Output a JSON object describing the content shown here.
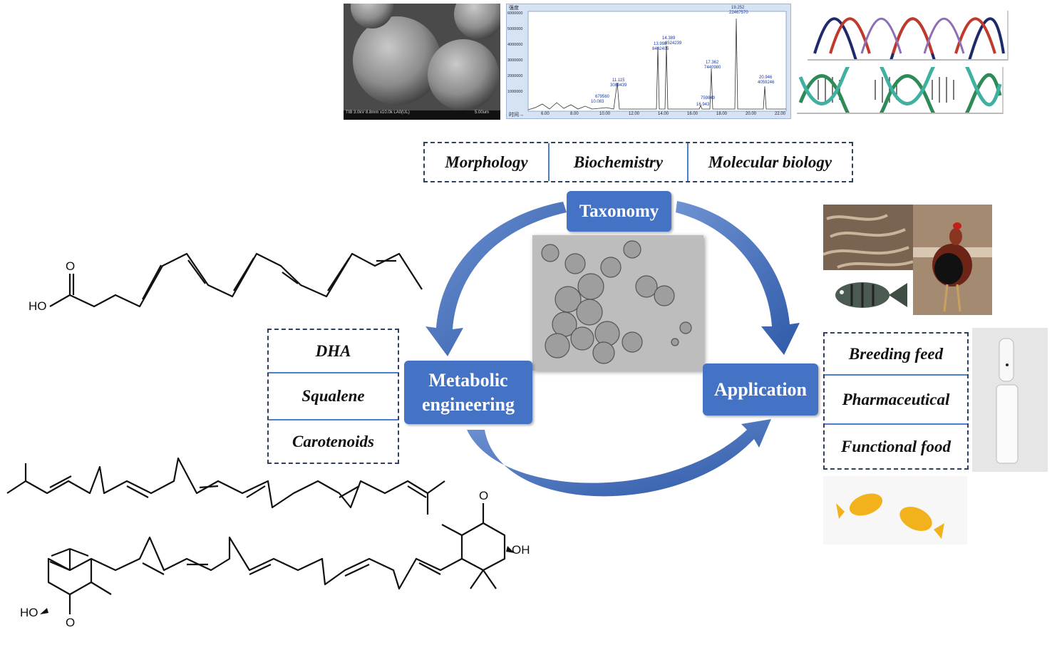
{
  "center": {
    "taxonomy": "Taxonomy",
    "metabolic": [
      "Metabolic",
      "engineering"
    ],
    "application": "Application"
  },
  "taxonomy_methods": [
    "Morphology",
    "Biochemistry",
    "Molecular biology"
  ],
  "products": [
    "DHA",
    "Squalene",
    "Carotenoids"
  ],
  "applications": [
    "Breeding feed",
    "Pharmaceutical",
    "Functional food"
  ],
  "sem_image": {
    "caption": "TIB 3.0kV 8.8mm x10.0k LA0(UL)",
    "scale": "5.00um"
  },
  "chromatogram": {
    "y_label": "强度",
    "x_label": "时间→",
    "y_ticks": [
      "6000000",
      "5000000",
      "4000000",
      "3000000",
      "2000000",
      "1000000"
    ],
    "x_ticks": [
      "6.00",
      "8.00",
      "10.00",
      "12.00",
      "14.00",
      "16.00",
      "18.00",
      "20.00",
      "22.00"
    ],
    "peaks": [
      {
        "time": "11.115",
        "area": "3089439"
      },
      {
        "time": "13.998",
        "area": "8402405"
      },
      {
        "time": "14.389",
        "area": "8524239"
      },
      {
        "time": "17.362",
        "area": "7440980"
      },
      {
        "time": "19.252",
        "area": "22467570"
      },
      {
        "time": "16.943",
        "area": "759849"
      },
      {
        "time": "20.946",
        "area": "4059246"
      },
      {
        "time": "10.083",
        "area": "679560"
      }
    ]
  },
  "molecules": {
    "dha_ho": "HO",
    "dha_o": "O",
    "astax_ho": "HO",
    "astax_oh": "OH",
    "astax_o1": "O",
    "astax_o2": "O"
  },
  "colors": {
    "box_blue": "#4472c4",
    "arrow_blue": "#3a66b3",
    "separator": "#4a80c8",
    "dna_red": "#c0392b",
    "dna_navy": "#1f2a6b",
    "dna_green": "#2e8b57",
    "dna_teal": "#40b0a0"
  }
}
